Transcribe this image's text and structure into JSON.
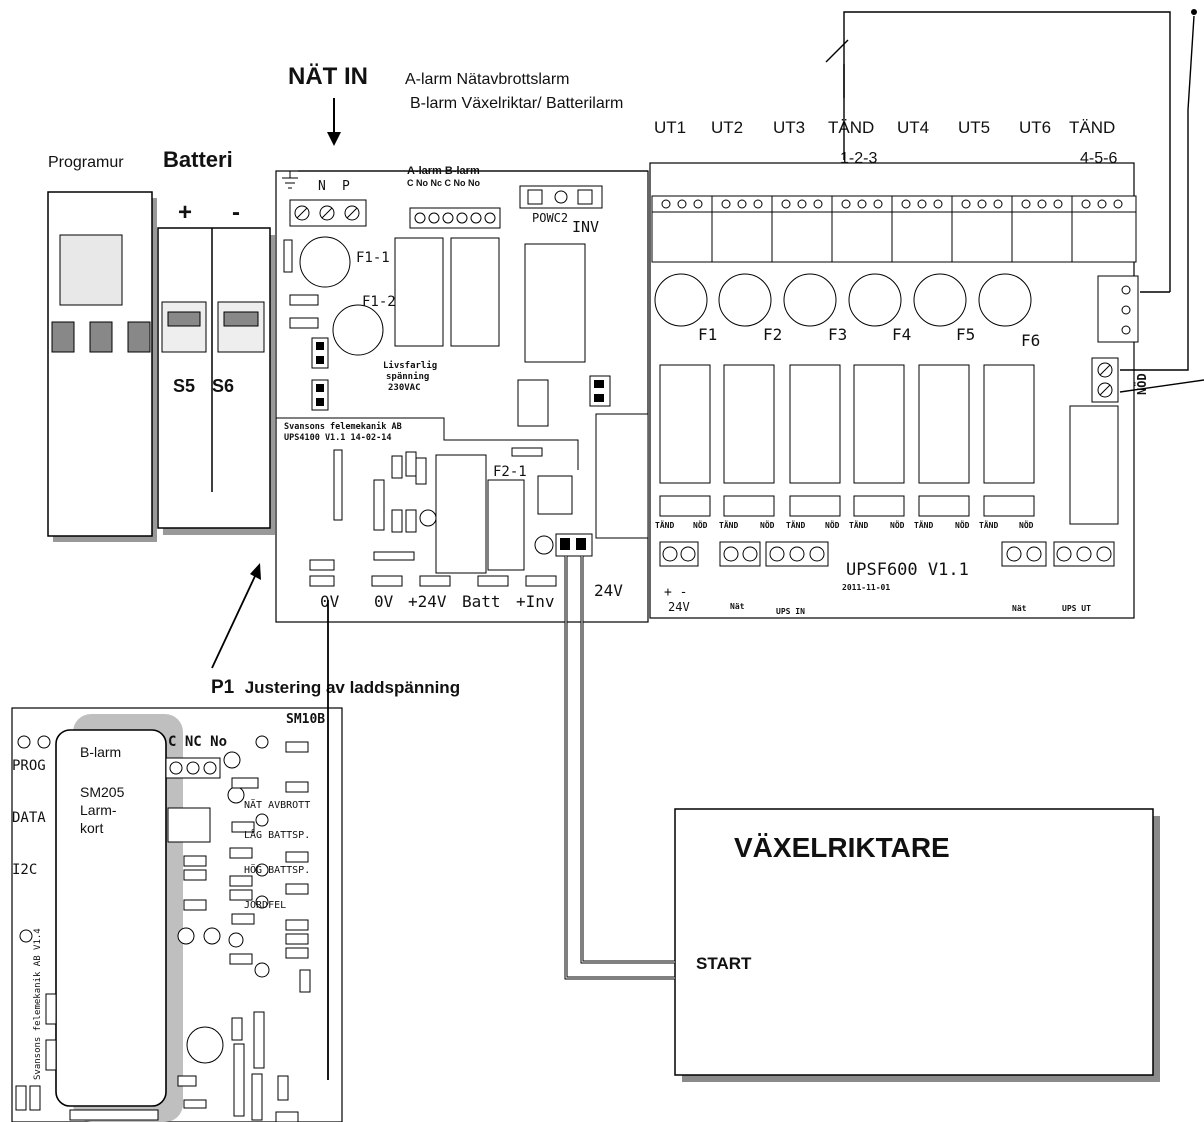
{
  "top_labels": {
    "nat_in": "NÄT IN",
    "a_larm": "A-larm  Nätavbrottslarm",
    "b_larm": "B-larm  Växelriktar/ Batterilarm"
  },
  "left_labels": {
    "programur": "Programur",
    "batteri": "Batteri",
    "plus": "+",
    "minus": "-",
    "s5": "S5",
    "s6": "S6"
  },
  "ups_board": {
    "header": "A-larm B-larm",
    "sub_header": "C No Nc  C No No",
    "bottom_labels": [
      "0V",
      "0V",
      "+24V",
      "Batt",
      "+Inv"
    ],
    "out_24v": "24V",
    "warning": [
      "Livsfarlig",
      "spänning",
      "230VAC"
    ],
    "maker": "Svansons felemekanik AB",
    "model": "UPS4100 V1.1 14-02-14",
    "fuses": [
      "F1-1",
      "F1-2",
      "F2-1"
    ],
    "powc": "POWC2",
    "inv": "INV"
  },
  "upsf_board": {
    "outputs": [
      "UT1",
      "UT2",
      "UT3",
      "TÄND",
      "UT4",
      "UT5",
      "UT6",
      "TÄND"
    ],
    "group_a": "1-2-3",
    "group_b": "4-5-6",
    "fuses": [
      "F1",
      "F2",
      "F3",
      "F4",
      "F5",
      "F6"
    ],
    "switch_mode_a": "TÄND",
    "switch_mode_b": "NÖD",
    "model": "UPSF600   V1.1",
    "date": "2011-11-01",
    "nod": "NÖD",
    "terminal_labels": [
      "+ -",
      "24V",
      "Nät",
      "UPS IN",
      "Nät",
      "UPS UT"
    ]
  },
  "p1_label": {
    "p1": "P1",
    "text": "Justering av laddspänning"
  },
  "sm_board": {
    "title": "SM10B",
    "cnc": "C NC No",
    "side_labels": [
      "PROG",
      "DATA",
      "I2C"
    ],
    "card_lines": [
      "B-larm",
      "SM205",
      "Larm-",
      "kort"
    ],
    "indicators": [
      "NÄT AVBROTT",
      "LÅG BATTSP.",
      "HÖG BATTSP.",
      "JORDFEL"
    ],
    "maker_vertical": "Svansons felemekanik AB  V1.4"
  },
  "inverter": {
    "title": "VÄXELRIKTARE",
    "start": "START"
  }
}
